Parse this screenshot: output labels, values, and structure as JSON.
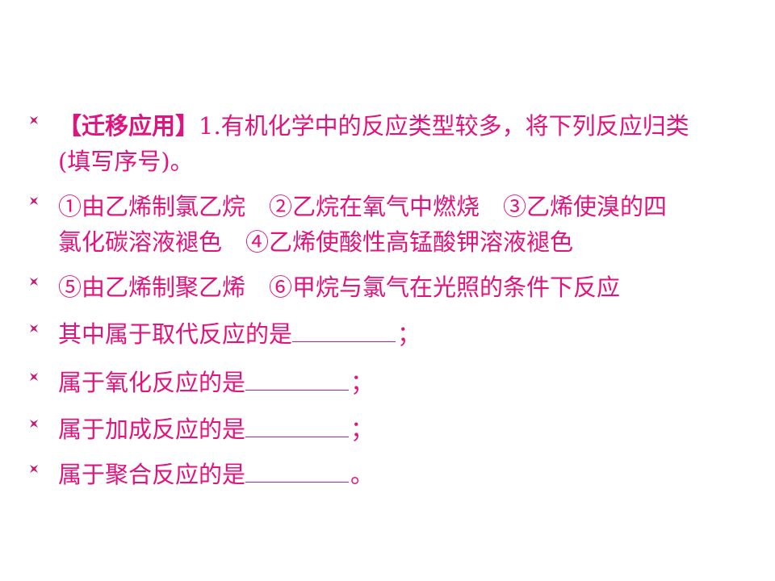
{
  "colors": {
    "text": "#e0147e",
    "bullet": "#c01f7a",
    "background": "#ffffff"
  },
  "bullet_icon": "x-star-bullet",
  "items": [
    {
      "lines": [
        {
          "bold_prefix": "【迁移应用】",
          "rest": "1.有机化学中的反应类型较多，将下列反应归类"
        },
        {
          "bold_prefix": "",
          "rest": "(填写序号)。"
        }
      ]
    },
    {
      "lines": [
        {
          "bold_prefix": "",
          "rest": "①由乙烯制氯乙烷　②乙烷在氧气中燃烧　③乙烯使溴的四"
        },
        {
          "bold_prefix": "",
          "rest": "氯化碳溶液褪色　④乙烯使酸性高锰酸钾溶液褪色"
        }
      ]
    },
    {
      "lines": [
        {
          "bold_prefix": "",
          "rest": "⑤由乙烯制聚乙烯　⑥甲烷与氯气在光照的条件下反应"
        }
      ]
    }
  ],
  "questions": [
    {
      "prompt": "其中属于取代反应的是",
      "end": "；"
    },
    {
      "prompt": "属于氧化反应的是",
      "end": "；"
    },
    {
      "prompt": "属于加成反应的是",
      "end": "；"
    },
    {
      "prompt": "属于聚合反应的是",
      "end": "。"
    }
  ]
}
